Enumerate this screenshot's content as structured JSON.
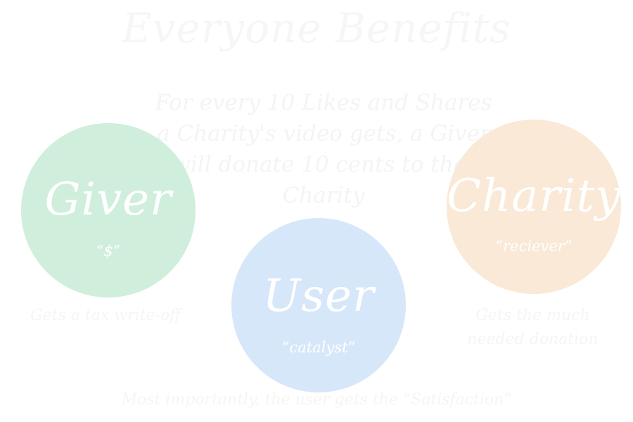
{
  "title": "Everyone Benefits",
  "description": "For every 10 Likes and Shares a Charity's video gets, a Giver will donate 10 cents to that Charity",
  "circles": {
    "giver": {
      "name": "Giver",
      "role": "“$”",
      "color": "#d0eedc"
    },
    "user": {
      "name": "User",
      "role": "“catalyst”",
      "color": "#d7e7fa"
    },
    "charity": {
      "name": "Charity",
      "role": "“reciever”",
      "color": "#f9e9d6"
    }
  },
  "notes": {
    "giver": "Gets a tax write-off",
    "charity": "Gets the much needed donation"
  },
  "footer": "Most importantly, the user gets the “Satisfaction”"
}
